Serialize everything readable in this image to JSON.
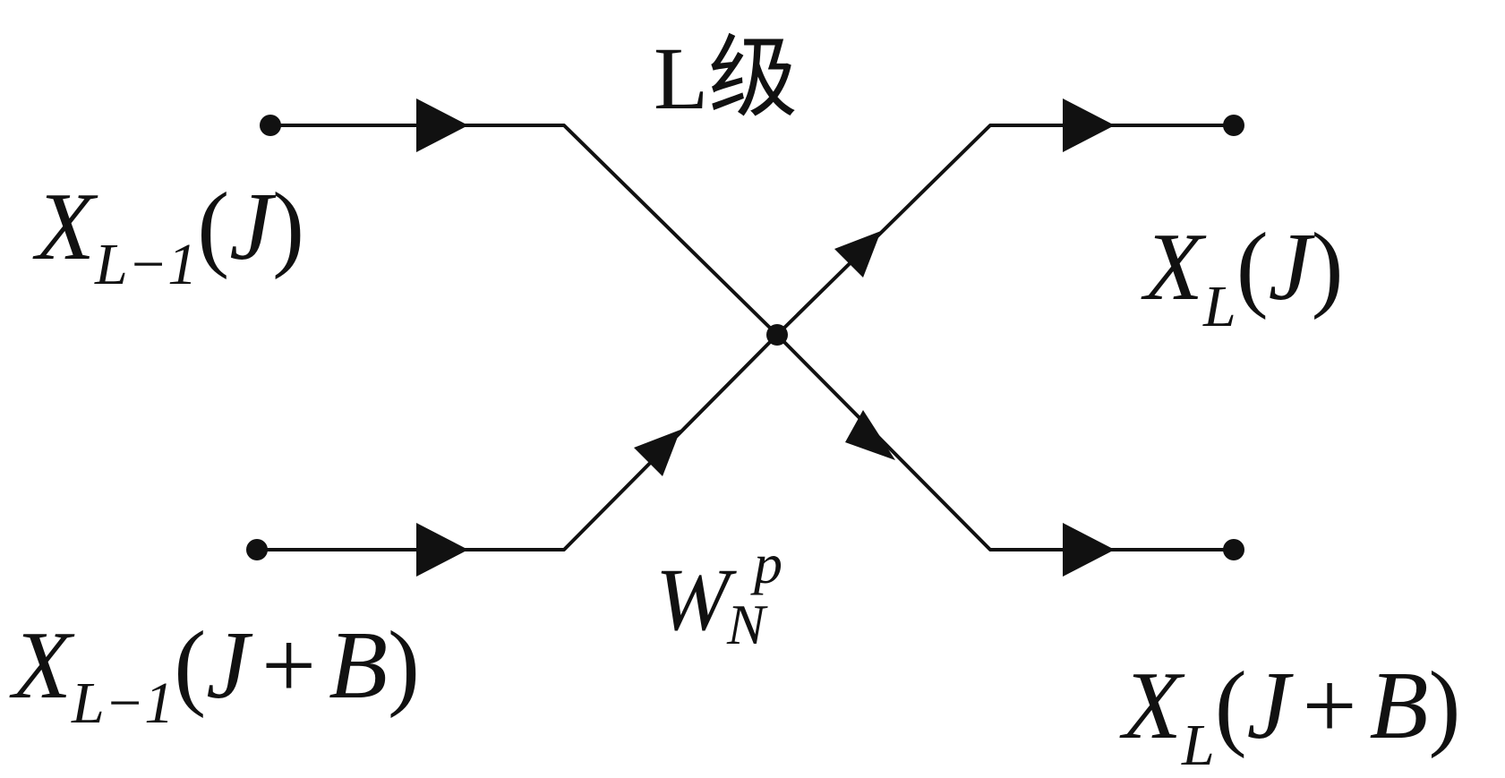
{
  "title": "L级",
  "inputs": {
    "top": {
      "main": "X",
      "sub": "L−1",
      "open": "(",
      "arg": "J",
      "close": ")"
    },
    "bottom": {
      "main": "X",
      "sub": "L−1",
      "open": "(",
      "arg": "J",
      "plus": "+",
      "b": "B",
      "close": ")"
    }
  },
  "outputs": {
    "top": {
      "main": "X",
      "sub": "L",
      "open": "(",
      "arg": "J",
      "close": ")"
    },
    "bottom": {
      "main": "X",
      "sub": "L",
      "open": "(",
      "arg": "J",
      "plus": "+",
      "b": "B",
      "close": ")"
    }
  },
  "twiddle": {
    "main": "W",
    "sup": "p",
    "sub": "N"
  }
}
